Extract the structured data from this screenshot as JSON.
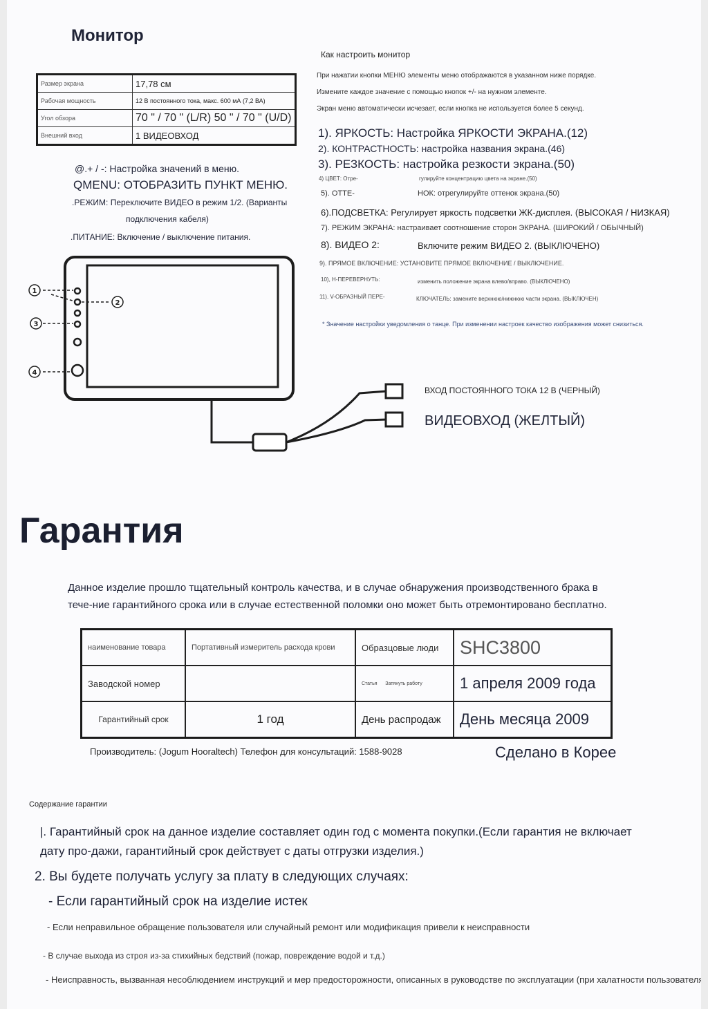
{
  "monitor": {
    "title": "Монитор",
    "specs": [
      {
        "key": "Размер экрана",
        "value": "17,78 см"
      },
      {
        "key": "Рабочая мощность",
        "value": "12 В постоянного тока, макс. 600 мА (7,2 ВА)"
      },
      {
        "key": "Угол обзора",
        "value": "70 \" / 70 \" (L/R)  50 \" / 70 \" (U/D)"
      },
      {
        "key": "Внешний вход",
        "value": "1  ВИДЕОВХОД"
      }
    ],
    "buttons": [
      "@.+ / -: Настройка значений в меню.",
      "QMENU: ОТОБРАЗИТЬ ПУНКТ МЕНЮ.",
      ".РЕЖИМ: Переключите ВИДЕО в режим 1/2. (Варианты",
      "подключения кабеля)",
      ".ПИТАНИЕ: Включение / выключение питания."
    ]
  },
  "menu": {
    "title": "Как настроить монитор",
    "intro": [
      "При нажатии кнопки МЕНЮ элементы меню отображаются в указанном ниже порядке.",
      "Измените каждое значение с помощью кнопок +/- на нужном элементе.",
      "Экран меню автоматически исчезает, если кнопка не используется более 5 секунд."
    ],
    "items": [
      "1). ЯРКОСТЬ: Настройка ЯРКОСТИ ЭКРАНА.(12)",
      "2). КОНТРАСТНОСТЬ: настройка названия экрана.(46)",
      "3). РЕЗКОСТЬ: настройка резкости экрана.(50)",
      "4) ЦВЕТ: Отре-",
      "гулируйте концентрацию цвета на экране.(50)",
      "5). ОТТЕ-",
      "НОК: отрегулируйте оттенок экрана.(50)",
      "6).ПОДСВЕТКА: Регулирует яркость подсветки ЖК-дисплея. (ВЫСОКАЯ / НИЗКАЯ)",
      "7). РЕЖИМ ЭКРАНА: настраивает соотношение сторон ЭКРАНА. (ШИРОКИЙ / ОБЫЧНЫЙ)",
      "8). ВИДЕО 2:",
      "Включите режим ВИДЕО 2. (ВЫКЛЮЧЕНО)",
      "9). ПРЯМОЕ ВКЛЮЧЕНИЕ: УСТАНОВИТЕ ПРЯМОЕ ВКЛЮЧЕНИЕ / ВЫКЛЮЧЕНИЕ.",
      "10), Н-ПЕРЕВЕРНУТЬ:",
      "изменить положение экрана влево/вправо. (ВЫКЛЮЧЕНО)",
      "11). V-ОБРАЗНЫЙ ПЕРЕ-",
      "КЛЮЧАТЕЛЬ: замените верхнюю/нижнюю части экрана. (ВЫКЛЮЧЕН)"
    ],
    "note": "* Значение настройки уведомления о танце. При изменении настроек качество изображения может снизиться."
  },
  "connectors": {
    "power": "ВХОД ПОСТОЯННОГО ТОКА 12 В (ЧЕРНЫЙ)",
    "video": "ВИДЕОВХОД (ЖЕЛТЫЙ)"
  },
  "warranty": {
    "title": "Гарантия",
    "intro": "Данное изделие прошло тщательный контроль качества, и в случае обнаружения производственного брака в тече-ние гарантийного срока или в случае естественной поломки оно может быть отремонтировано бесплатно.",
    "table": {
      "r1c1": "наименование товара",
      "r1c2": "Портативный измеритель расхода крови",
      "r1c3": "Образцовые люди",
      "r1c4": "SHC3800",
      "r2c1": "Заводской номер",
      "r2c3a": "Статья",
      "r2c3b": "Затянуть работу",
      "r2c4": "1 апреля 2009 года",
      "r3c1": "Гарантийный срок",
      "r3c2": "1 год",
      "r3c3": "День распродаж",
      "r3c4": "День месяца 2009"
    },
    "manufacturer": "Производитель: (Jogum Hooraltech) Телефон для консультаций: 1588-9028",
    "made_in": "Сделано в Корее"
  },
  "terms": {
    "title": "Содержание гарантии",
    "item1": "|. Гарантийный срок на данное изделие составляет один год с момента покупки.(Если гарантия не включает дату про-дажи, гарантийный срок действует с даты отгрузки изделия.)",
    "item2": "2. Вы будете получать услугу за плату в следующих случаях:",
    "item2_sub": "- Если гарантийный срок на изделие истек",
    "sub": [
      "- Если неправильное обращение пользователя или случайный ремонт или модификация привели к неисправности",
      "- В случае выхода из строя из-за стихийных бедствий (пожар, повреждение водой и т.д.)",
      "- Неисправность, вызванная несоблюдением инструкций и мер предосторожности, описанных в руководстве по эксплуатации (при халатности пользователя)"
    ]
  }
}
